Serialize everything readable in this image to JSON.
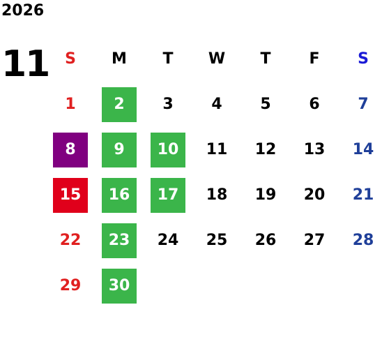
{
  "year": "2026",
  "month": "11",
  "colors": {
    "sunday_text": "#e02020",
    "saturday_header": "#1a1ad6",
    "saturday_text": "#1f3f99",
    "weekday_text": "#000000",
    "green_box": "#3bb54a",
    "purple_box": "#800080",
    "red_box": "#e0001b"
  },
  "weekdays": [
    "S",
    "M",
    "T",
    "W",
    "T",
    "F",
    "S"
  ],
  "weeks": [
    [
      {
        "d": "1"
      },
      {
        "d": "2",
        "bg": "green"
      },
      {
        "d": "3"
      },
      {
        "d": "4"
      },
      {
        "d": "5"
      },
      {
        "d": "6"
      },
      {
        "d": "7"
      }
    ],
    [
      {
        "d": "8",
        "bg": "purple"
      },
      {
        "d": "9",
        "bg": "green"
      },
      {
        "d": "10",
        "bg": "green"
      },
      {
        "d": "11"
      },
      {
        "d": "12"
      },
      {
        "d": "13"
      },
      {
        "d": "14"
      }
    ],
    [
      {
        "d": "15",
        "bg": "red"
      },
      {
        "d": "16",
        "bg": "green"
      },
      {
        "d": "17",
        "bg": "green"
      },
      {
        "d": "18"
      },
      {
        "d": "19"
      },
      {
        "d": "20"
      },
      {
        "d": "21"
      }
    ],
    [
      {
        "d": "22"
      },
      {
        "d": "23",
        "bg": "green"
      },
      {
        "d": "24"
      },
      {
        "d": "25"
      },
      {
        "d": "26"
      },
      {
        "d": "27"
      },
      {
        "d": "28"
      }
    ],
    [
      {
        "d": "29"
      },
      {
        "d": "30",
        "bg": "green"
      },
      {
        "d": ""
      },
      {
        "d": ""
      },
      {
        "d": ""
      },
      {
        "d": ""
      },
      {
        "d": ""
      }
    ]
  ]
}
